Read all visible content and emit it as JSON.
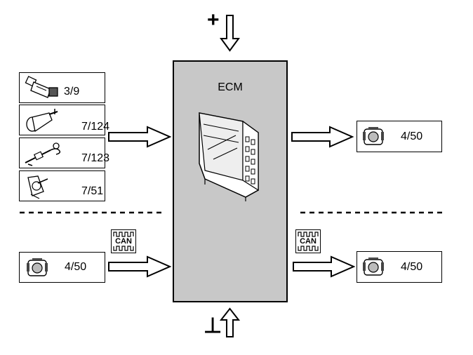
{
  "ecm": {
    "label": "ECM"
  },
  "power": {
    "plus_symbol": "+",
    "ground_symbol": "⊥"
  },
  "inputs": [
    {
      "label": "3/9",
      "icon": "switch-sensor-icon"
    },
    {
      "label": "7/124",
      "icon": "temperature-sensor-icon"
    },
    {
      "label": "7/123",
      "icon": "wiring-sensor-icon"
    },
    {
      "label": "7/51",
      "icon": "pedal-sensor-icon"
    }
  ],
  "can_input": {
    "label": "4/50",
    "icon": "control-module-icon",
    "can_badge": "CAN"
  },
  "output_top": {
    "label": "4/50",
    "icon": "control-module-icon"
  },
  "output_can": {
    "label": "4/50",
    "icon": "control-module-icon",
    "can_badge": "CAN"
  }
}
